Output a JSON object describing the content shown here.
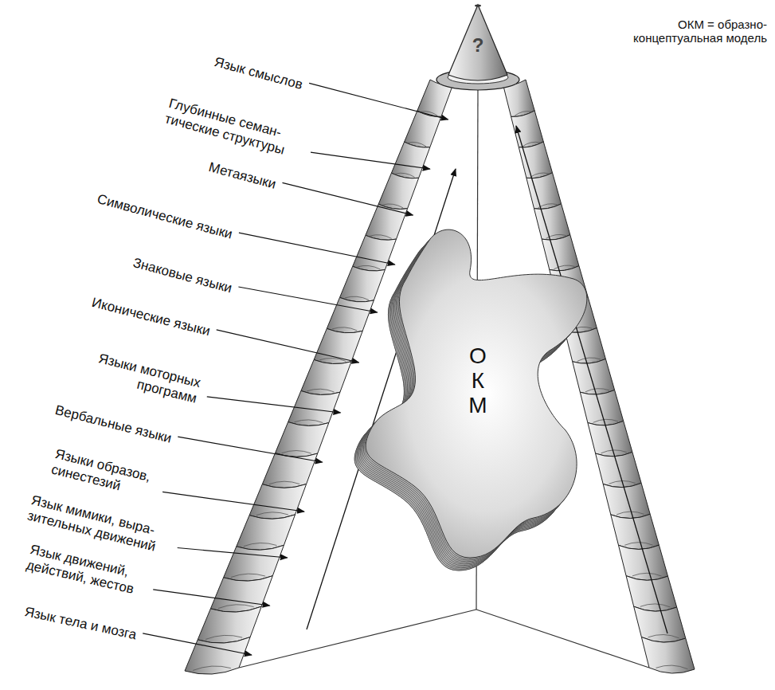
{
  "diagram": {
    "nodes": [
      {
        "text": [
          "?"
        ]
      },
      {
        "text": [
          "О К М"
        ]
      }
    ],
    "labels": [
      "ОКМ = образно-концептуальная модель",
      "Язык смыслов",
      "Глубинные семан- тические структуры",
      "Метаязыки",
      "Символические языки",
      "Знаковые языки",
      "Иконические языки",
      "Языки моторных программ",
      "Вербальные языки",
      "Языки образов, синестезий",
      "Язык мимики, выра- зительных движений",
      "Язык движений, действий, жестов",
      "Язык тела и мозга"
    ]
  }
}
